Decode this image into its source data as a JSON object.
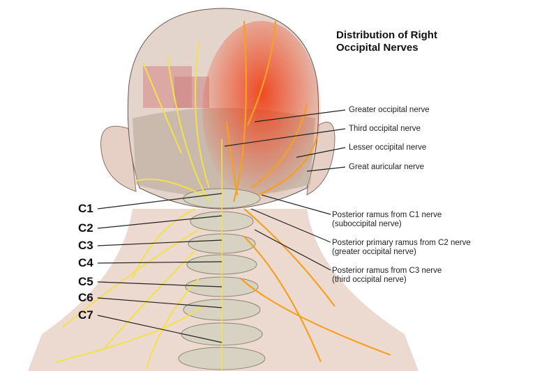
{
  "title": {
    "line1": "Distribution of Right",
    "line2": "Occipital Nerves"
  },
  "right_labels": [
    "Greater occipital nerve",
    "Third occipital nerve",
    "Lesser occipital nerve",
    "Great auricular nerve"
  ],
  "ramus_labels": [
    {
      "line1": "Posterior ramus from C1 nerve",
      "line2": "(suboccipital nerve)"
    },
    {
      "line1": "Posterior primary ramus from C2 nerve",
      "line2": "(greater occipital nerve)"
    },
    {
      "line1": "Posterior ramus from C3 nerve",
      "line2": "(third occipital nerve)"
    }
  ],
  "vertebrae": [
    "C1",
    "C2",
    "C3",
    "C4",
    "C5",
    "C6",
    "C7"
  ],
  "colors": {
    "skin": "#eedbd2",
    "nerve_yellow": "#f2e24a",
    "nerve_red": "#f04a1a",
    "bone": "#d9d4c4"
  }
}
